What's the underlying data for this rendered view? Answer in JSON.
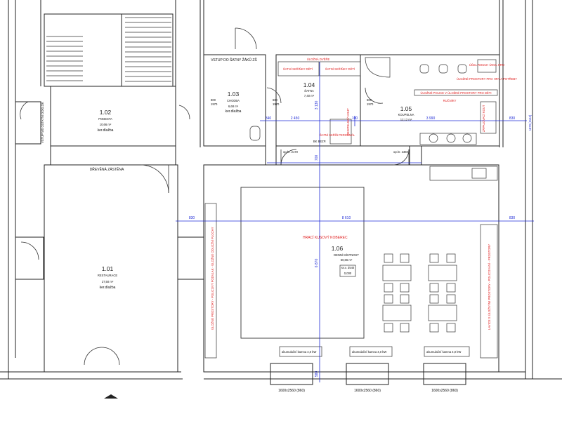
{
  "rooms": {
    "r101": {
      "num": "1.01",
      "name": "RESTAURACE",
      "area": "27,50 m²",
      "floor": "ker.dlažba"
    },
    "r102": {
      "num": "1.02",
      "name": "PODESTA",
      "area": "10,66 m²",
      "floor": "ker.dlažba"
    },
    "r103": {
      "num": "1.03",
      "name": "CHODBA",
      "area": "6,68 m²",
      "floor": "ker.dlažba"
    },
    "r104": {
      "num": "1.04",
      "name": "ŠATNA",
      "area": "7,40 m²"
    },
    "r105": {
      "num": "1.05",
      "name": "KOUPELNA",
      "area": "12,12 m²"
    },
    "r106": {
      "num": "1.06",
      "name": "DENNÍ MÍSTNOST",
      "area": "60,66 m²",
      "height": "sv.v. 3540",
      "level": "0,000"
    }
  },
  "labels": {
    "entrance_zs": "VSTUP DO ŠATNY ŽÁKŮ ZŠ",
    "entrance_sides": "VSTUP MŠ OSTATNÍ DOKLOK",
    "wood_wall": "DŘEVĚNÁ ZÁSTĚNA",
    "carpet": "HRACÍ KUSOVÝ KOBEREC",
    "storage_left": "ÚLOŽNÉ PROSTORY - POLICOVÝ PODVLAK - ÚLOŽNÉ ODLOŽNÍ PLOCHY",
    "storage_right": "LAVICE S ÚLOŽNÝMI PROSTORY - POLICOVÁNÍ - PROSTORY",
    "storage_wall_top": "ÚLOŽNÁ DVĚŘE",
    "lockers_1": "ŠATNÍ SKŘÍŇKY DĚTÍ",
    "lockers_2": "ŠATNÍ SKŘÍŇKY DĚTÍ",
    "lockers_staff": "ŠATNÍ SKŘÍŇ PERSONÁL",
    "bath_storage": "ÚLOŽNÉ POLICE V ÚLOŽNÉ PROSTORY PRO DĚTI",
    "towels": "RUČNÍKY",
    "bath_note": "ÚLOŽNÉ PROSTORY PRO HRY A POTŘEBY",
    "bath_note2": "ÚČEL ROUCH ÚKOL HRO",
    "door_sign": "ŘEDITELSKÝ KOUT",
    "heater_1": "akumulační kamna 4,0 kW",
    "heater_2": "akumulační kamna 4,0 kW",
    "heater_3": "akumulační kamna 4,0 kW",
    "window_1": "1600x2560 (860)",
    "window_2": "1600x2560 (860)",
    "window_3": "1600x2560 (860)",
    "tag_bk": "BK BEZP.",
    "tag_left": "ZÁPALOVACÍ KOUT"
  },
  "dims": {
    "d830_left": "830",
    "d8610": "8 610",
    "d830_right": "830",
    "d830_top": "830",
    "d2450": "2 450",
    "d100": "100",
    "d3990": "3 990",
    "d340": "340",
    "d3130": "3 130",
    "d6870": "6 870",
    "d700": "700",
    "d580": "580",
    "d1870": "1870 (3140)",
    "door_a": "op.hr. 2170",
    "door_b": "op.hr. 2360",
    "door_h1": "600",
    "door_h2": "1970",
    "door_h3": "600",
    "door_h4": "1970",
    "door_h5": "800",
    "door_h6": "1970"
  }
}
